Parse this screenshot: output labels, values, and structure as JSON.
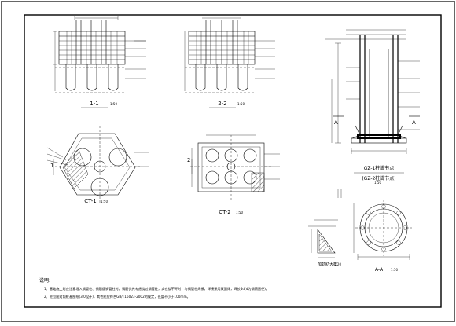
{
  "drawing": {
    "sections": {
      "s11": "1-1",
      "s22": "2-2",
      "gz": "GZ-1柱脚节点",
      "gz_sub": "(GZ-2柱脚节点)",
      "aa": "A-A",
      "ct1": "CT-1",
      "ct2": "CT-2",
      "detail": "加劲肋大样"
    },
    "scales": {
      "s11": "1:50",
      "s22": "1:50",
      "gz": "1:50",
      "aa": "1:50",
      "ct1": "1:50",
      "ct2": "1:50",
      "detail": "1:20"
    },
    "markers": {
      "one": "1",
      "two": "2",
      "a": "A"
    },
    "notes": {
      "heading": "说明:",
      "line1": "1、基础施工时应注意埋入钢管柱、钢筋遇钢管柱时，钢筋优先考虑绕过钢管柱，实在绕不开时，与钢管柱焊接，焊接采用双面焊，焊长5d(d为钢筋直径)。",
      "line2": "2、桩位图对照桩基图纸(3.0设计)，其性能应符合GB/T16023-2002的规定，长度不小于100mm。"
    }
  }
}
